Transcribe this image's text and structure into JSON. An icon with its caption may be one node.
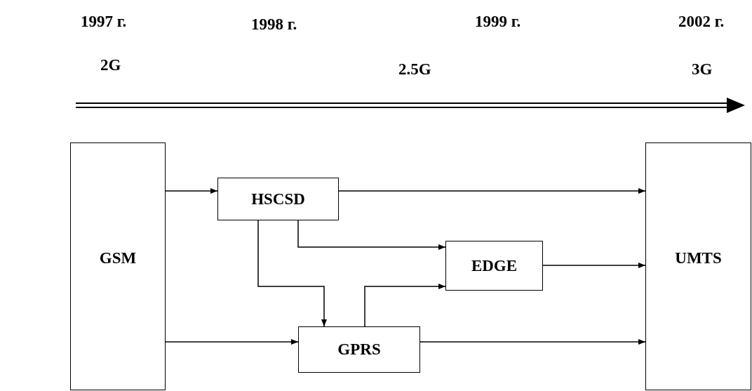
{
  "diagram": {
    "nodes": [
      {
        "text": [
          "GSM"
        ]
      },
      {
        "text": [
          "HSCSD"
        ]
      },
      {
        "text": [
          "EDGE"
        ]
      },
      {
        "text": [
          "GPRS"
        ]
      },
      {
        "text": [
          "UMTS"
        ]
      }
    ],
    "edges": [
      {
        "from": 0,
        "to": 1,
        "arrow": "to"
      },
      {
        "from": 1,
        "to": 4,
        "arrow": "to"
      },
      {
        "from": 1,
        "to": 2,
        "arrow": "to"
      },
      {
        "from": 1,
        "to": 3,
        "arrow": "to"
      },
      {
        "from": 3,
        "to": 2,
        "arrow": "to"
      },
      {
        "from": 0,
        "to": 3,
        "arrow": "to"
      },
      {
        "from": 2,
        "to": 4,
        "arrow": "to"
      },
      {
        "from": 3,
        "to": 4,
        "arrow": "to"
      }
    ],
    "labels": [
      "1997 г.",
      "1998 г.",
      "1999 г.",
      "2002 г.",
      "2G",
      "2.5G",
      "3G"
    ]
  }
}
